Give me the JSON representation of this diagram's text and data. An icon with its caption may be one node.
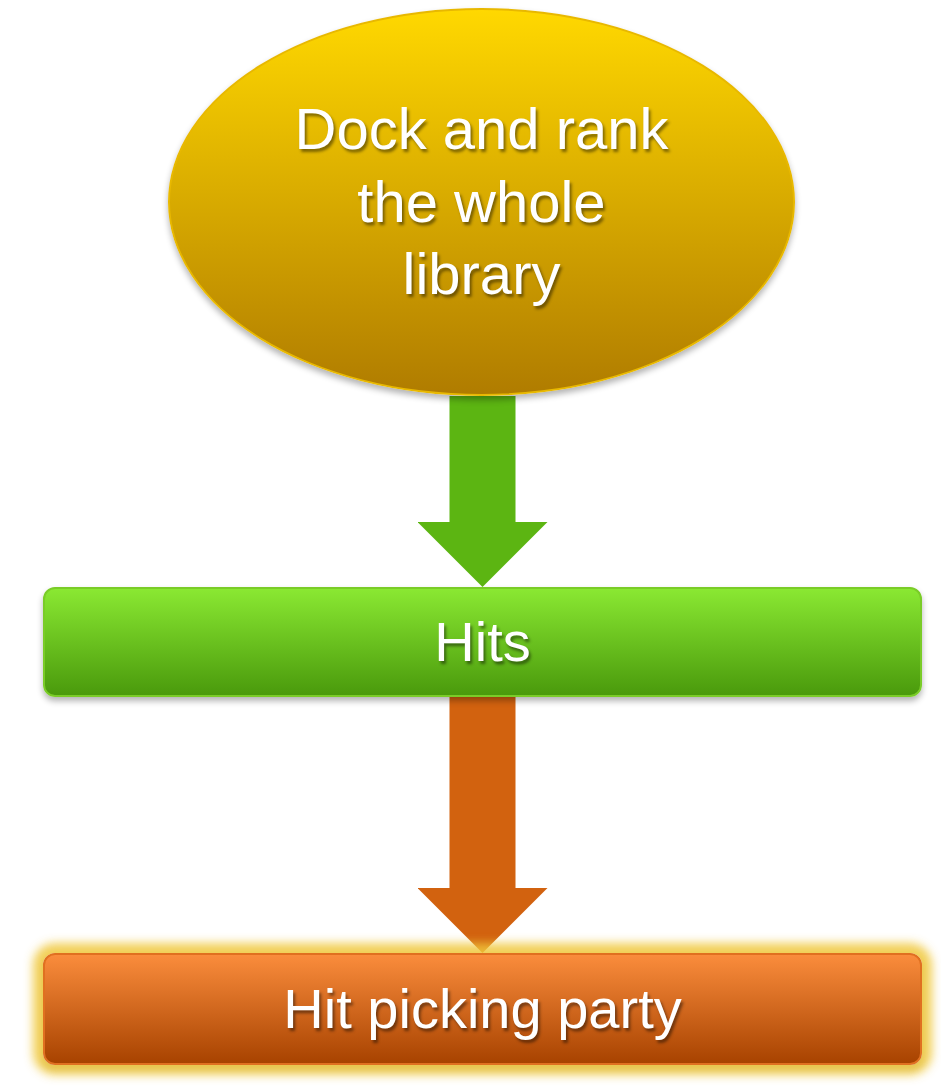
{
  "diagram": {
    "nodes": [
      {
        "text": [
          "Dock and rank the whole library"
        ]
      },
      {
        "text": [
          "Hits"
        ]
      },
      {
        "text": [
          "Hit picking party"
        ]
      }
    ],
    "edges": [
      {
        "from": 0,
        "to": 1,
        "arrow": "to",
        "color": "#5cb512"
      },
      {
        "from": 1,
        "to": 2,
        "arrow": "to",
        "color": "#d2620f"
      }
    ]
  }
}
